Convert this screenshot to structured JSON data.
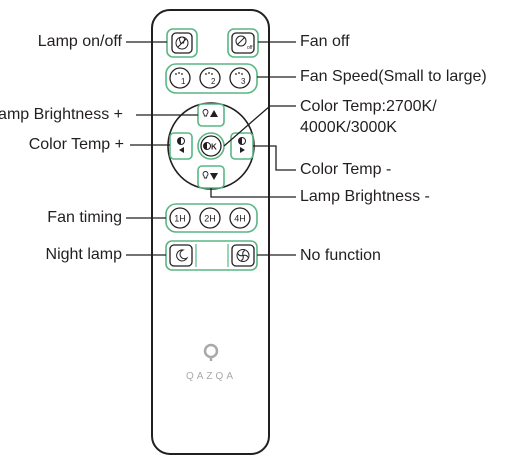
{
  "diagram": {
    "brand": "QAZQA",
    "colors": {
      "outline": "#231f20",
      "accent": "#59b783",
      "logo": "#a7a9ac"
    },
    "buttons": {
      "lamp_toggle": {
        "icon": "lamp-power-icon"
      },
      "fan_off": {
        "icon": "fan-off-icon",
        "sub": "off"
      },
      "speed_1": {
        "icon": "fan-speed-icon",
        "num": "1"
      },
      "speed_2": {
        "icon": "fan-speed-icon",
        "num": "2"
      },
      "speed_3": {
        "icon": "fan-speed-icon",
        "num": "3"
      },
      "brightness_up": {
        "icon": "bulb-up-icon"
      },
      "brightness_down": {
        "icon": "bulb-down-icon"
      },
      "color_temp_up": {
        "icon": "color-temp-left-icon"
      },
      "color_temp_down": {
        "icon": "color-temp-right-icon"
      },
      "color_temp_center": {
        "icon": "color-temp-k-icon",
        "text": "K"
      },
      "timer_1h": {
        "text": "1H"
      },
      "timer_2h": {
        "text": "2H"
      },
      "timer_4h": {
        "text": "4H"
      },
      "night_lamp": {
        "icon": "moon-icon"
      },
      "no_function": {
        "icon": "fan-icon"
      }
    },
    "labels": {
      "lamp_on_off": "Lamp on/off",
      "fan_off": "Fan off",
      "fan_speed": "Fan Speed(Small to large)",
      "lamp_brightness_up": "Lamp Brightness +",
      "color_temp_3000_line1": "Color Temp:2700K/",
      "color_temp_3000_line2": "4000K/3000K",
      "color_temp_plus": "Color Temp +",
      "color_temp_minus": "Color Temp -",
      "lamp_brightness_down": "Lamp Brightness -",
      "fan_timing": "Fan timing",
      "night_lamp": "Night lamp",
      "no_function": "No function"
    }
  }
}
